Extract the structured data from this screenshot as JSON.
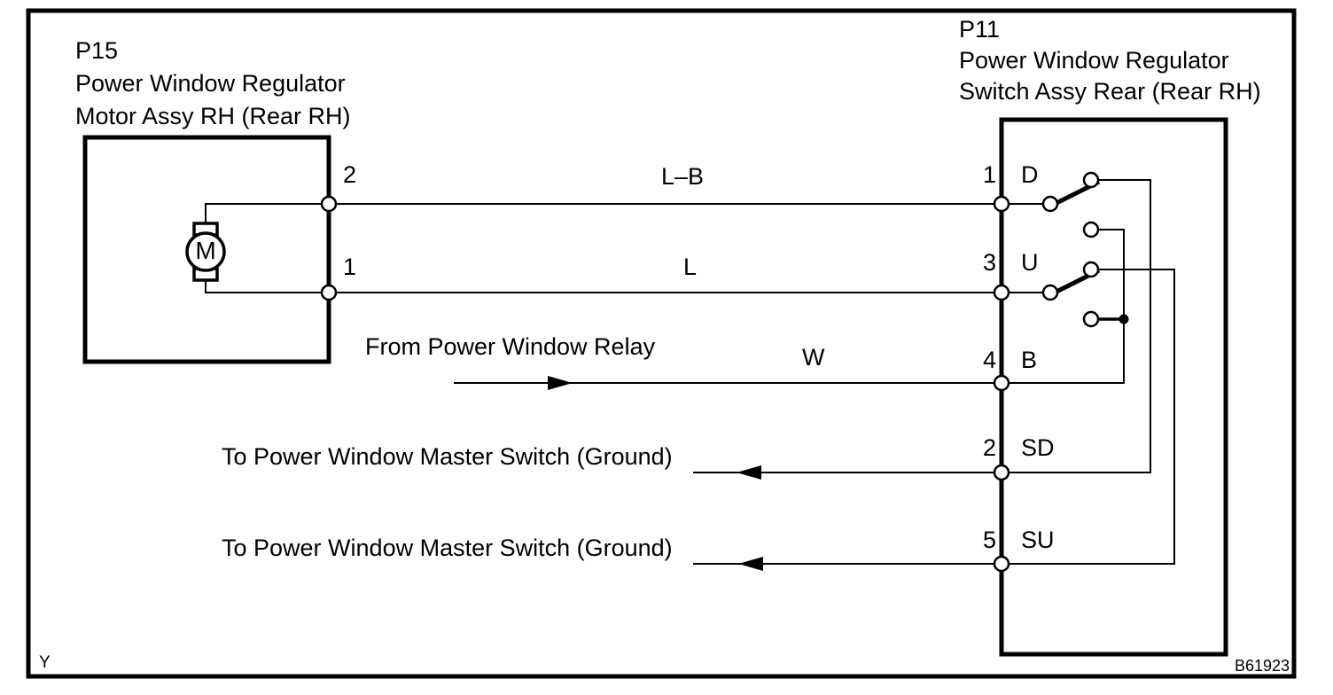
{
  "figure": {
    "page_marker": "Y",
    "id_code": "B61923"
  },
  "left_connector": {
    "code": "P15",
    "name_line1": "Power Window Regulator",
    "name_line2": "Motor Assy RH (Rear RH)",
    "motor_symbol": "M",
    "pins": [
      {
        "number": "2"
      },
      {
        "number": "1"
      }
    ]
  },
  "right_connector": {
    "code": "P11",
    "name_line1": "Power Window Regulator",
    "name_line2": "Switch Assy Rear (Rear RH)",
    "pins": [
      {
        "number": "1",
        "name": "D"
      },
      {
        "number": "3",
        "name": "U"
      },
      {
        "number": "4",
        "name": "B"
      },
      {
        "number": "2",
        "name": "SD"
      },
      {
        "number": "5",
        "name": "SU"
      }
    ]
  },
  "wires": [
    {
      "color_code": "L–B"
    },
    {
      "color_code": "L"
    },
    {
      "color_code": "W",
      "source_note": "From Power Window Relay"
    },
    {
      "destination_note": "To Power Window Master Switch (Ground)"
    },
    {
      "destination_note": "To Power Window Master Switch (Ground)"
    }
  ]
}
